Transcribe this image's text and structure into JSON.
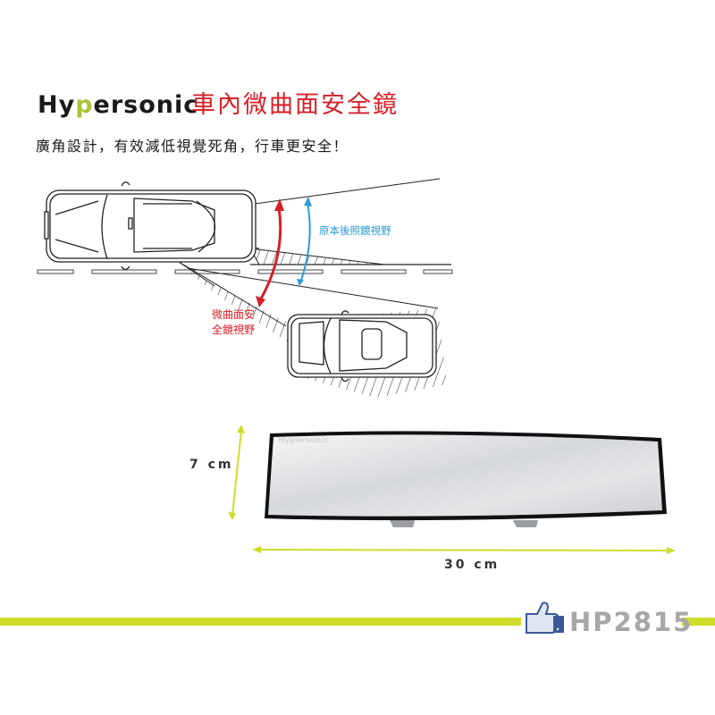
{
  "header": {
    "brand_prefix": "Hy",
    "brand_highlight": "p",
    "brand_suffix": "ersonic",
    "title": "車內微曲面安全鏡",
    "subtitle": "廣角設計，有效減低視覺死角，行車更安全！"
  },
  "diagram": {
    "label_original_view": "原本後照鏡視野",
    "label_curved_view_line1": "微曲面安",
    "label_curved_view_line2": "全鏡視野",
    "colors": {
      "original_view_arrow": "#2a9bd6",
      "curved_view_arrow": "#d71f26"
    }
  },
  "product": {
    "mirror_logo": "Hypersonic",
    "height_label": "7 cm",
    "width_label": "30 cm",
    "dimension_arrow_color": "#cfdd2a"
  },
  "footer": {
    "model": "HP2815",
    "icon": "thumbs-up-icon",
    "bar_color": "#cfdd2a"
  }
}
